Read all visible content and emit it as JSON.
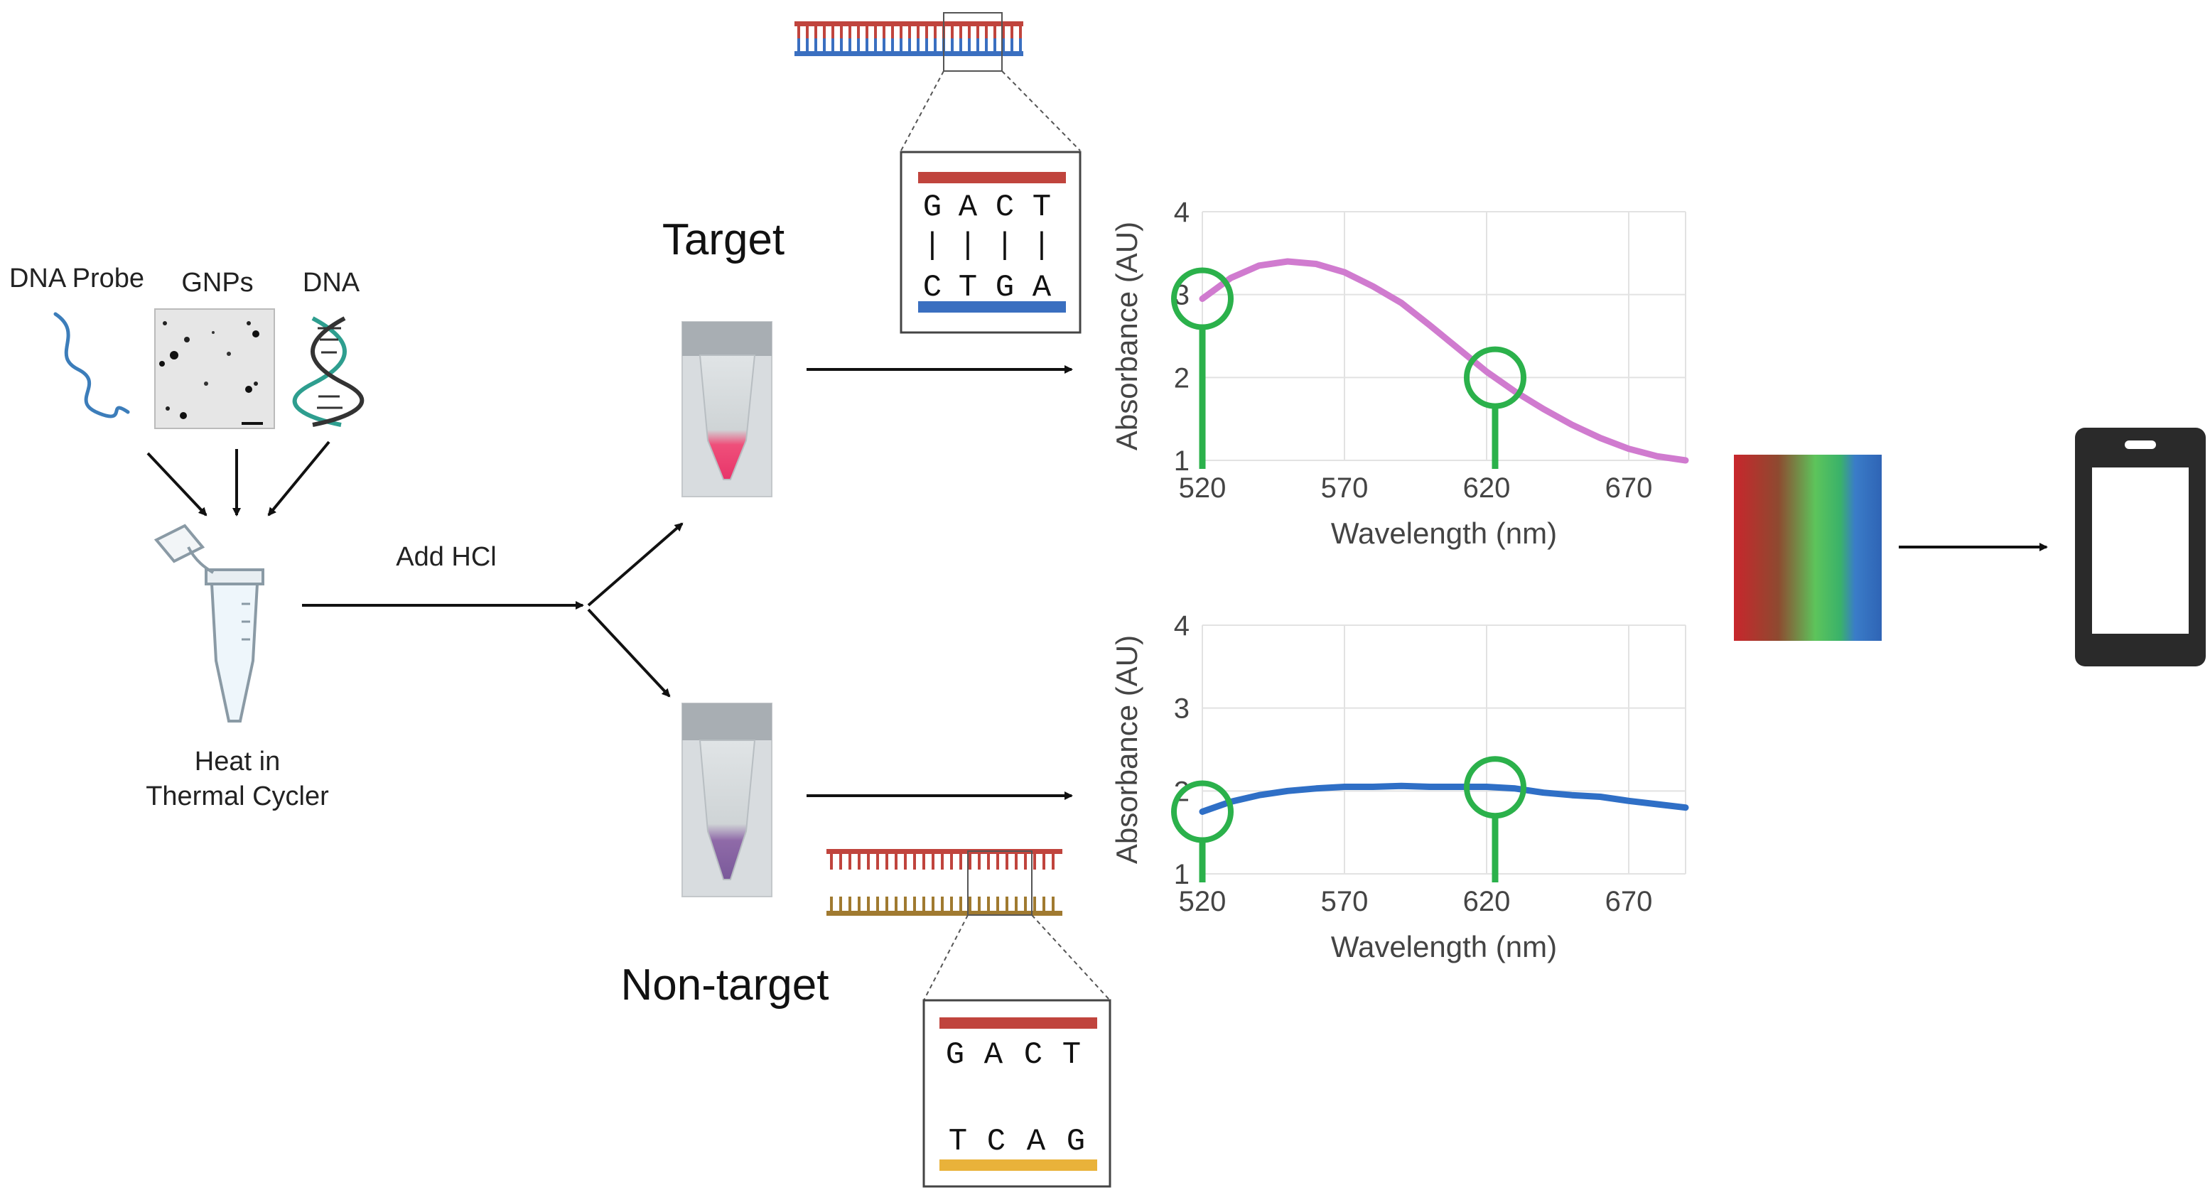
{
  "labels": {
    "dna_probe": "DNA Probe",
    "gnps": "GNPs",
    "dna": "DNA",
    "heat_line1": "Heat in",
    "heat_line2": "Thermal Cycler",
    "add_hcl": "Add HCl",
    "target": "Target",
    "non_target": "Non-target"
  },
  "inset_target": {
    "top_bases": [
      "G",
      "A",
      "C",
      "T"
    ],
    "bottom_bases": [
      "C",
      "T",
      "G",
      "A"
    ],
    "pairing": "|"
  },
  "inset_nontarget": {
    "top_bases": [
      "G",
      "A",
      "C",
      "T"
    ],
    "bottom_bases": [
      "T",
      "C",
      "A",
      "G"
    ]
  },
  "colors": {
    "red_strand": "#c0443d",
    "blue_strand": "#3a6fc0",
    "gold_strand": "#a07a30",
    "marker_green": "#2bb14b",
    "target_curve": "#d07bcf",
    "nontarget_curve": "#2f6fc6",
    "phone": "#2a2a2a",
    "probe_wave": "#3c7dba"
  },
  "chart_data": [
    {
      "type": "line",
      "name": "target-spectrum",
      "xlabel": "Wavelength (nm)",
      "ylabel": "Absorbance (AU)",
      "xlim": [
        520,
        690
      ],
      "ylim": [
        1,
        4
      ],
      "xticks": [
        520,
        570,
        620,
        670
      ],
      "yticks": [
        1,
        2,
        3,
        4
      ],
      "grid": true,
      "x": [
        520,
        530,
        540,
        550,
        560,
        570,
        580,
        590,
        600,
        610,
        620,
        630,
        640,
        650,
        660,
        670,
        680,
        690
      ],
      "y": [
        2.95,
        3.2,
        3.35,
        3.4,
        3.37,
        3.27,
        3.1,
        2.9,
        2.63,
        2.35,
        2.07,
        1.83,
        1.62,
        1.43,
        1.27,
        1.14,
        1.05,
        1.0
      ],
      "markers_x": [
        520,
        623
      ]
    },
    {
      "type": "line",
      "name": "nontarget-spectrum",
      "xlabel": "Wavelength (nm)",
      "ylabel": "Absorbance (AU)",
      "xlim": [
        520,
        690
      ],
      "ylim": [
        1,
        4
      ],
      "xticks": [
        520,
        570,
        620,
        670
      ],
      "yticks": [
        1,
        2,
        3,
        4
      ],
      "grid": true,
      "x": [
        520,
        530,
        540,
        550,
        560,
        570,
        580,
        590,
        600,
        610,
        620,
        630,
        640,
        650,
        660,
        670,
        680,
        690
      ],
      "y": [
        1.75,
        1.87,
        1.95,
        2.0,
        2.03,
        2.05,
        2.05,
        2.06,
        2.05,
        2.05,
        2.05,
        2.03,
        1.98,
        1.95,
        1.93,
        1.88,
        1.84,
        1.8
      ],
      "markers_x": [
        520,
        623
      ]
    }
  ]
}
